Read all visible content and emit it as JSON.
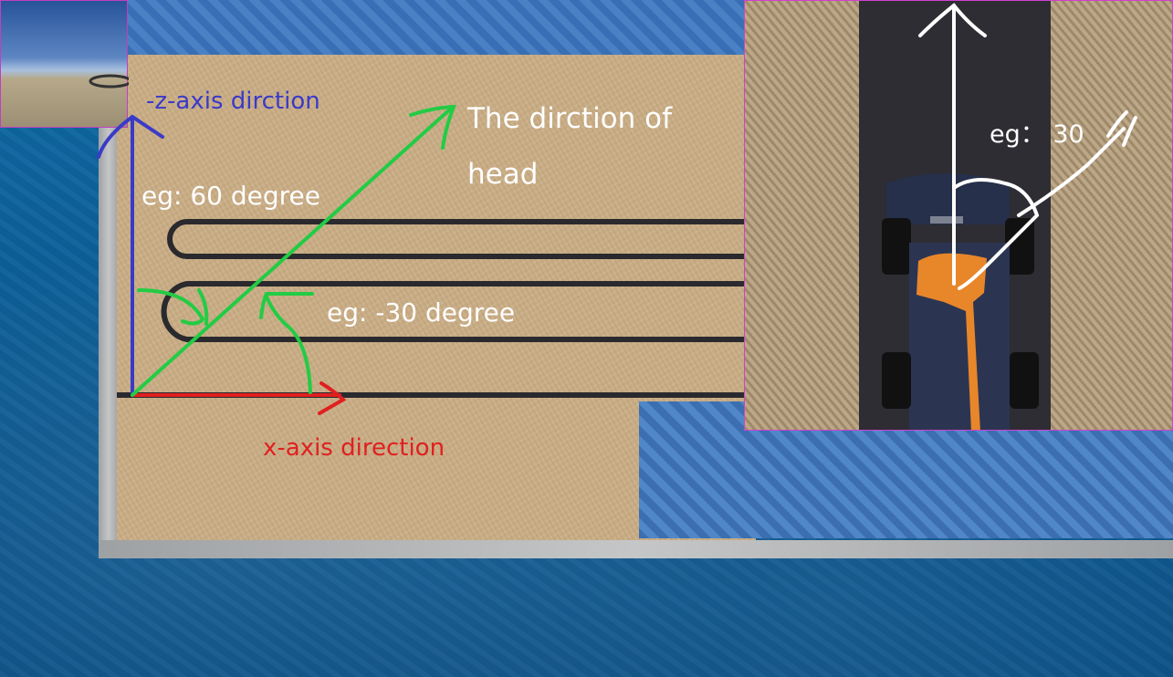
{
  "labels": {
    "z_axis": "-z-axis dirction",
    "head_line1": "The dirction of",
    "head_line2": "head",
    "eg_60": "eg: 60 degree",
    "eg_neg30": "eg: -30 degree",
    "x_axis": "x-axis direction",
    "eg_30": "eg： 30"
  },
  "colors": {
    "z_axis": "#3a3ac8",
    "head": "#22cc44",
    "x_axis": "#e02020",
    "annotation_white": "#ffffff",
    "track": "#2a2a2e"
  }
}
